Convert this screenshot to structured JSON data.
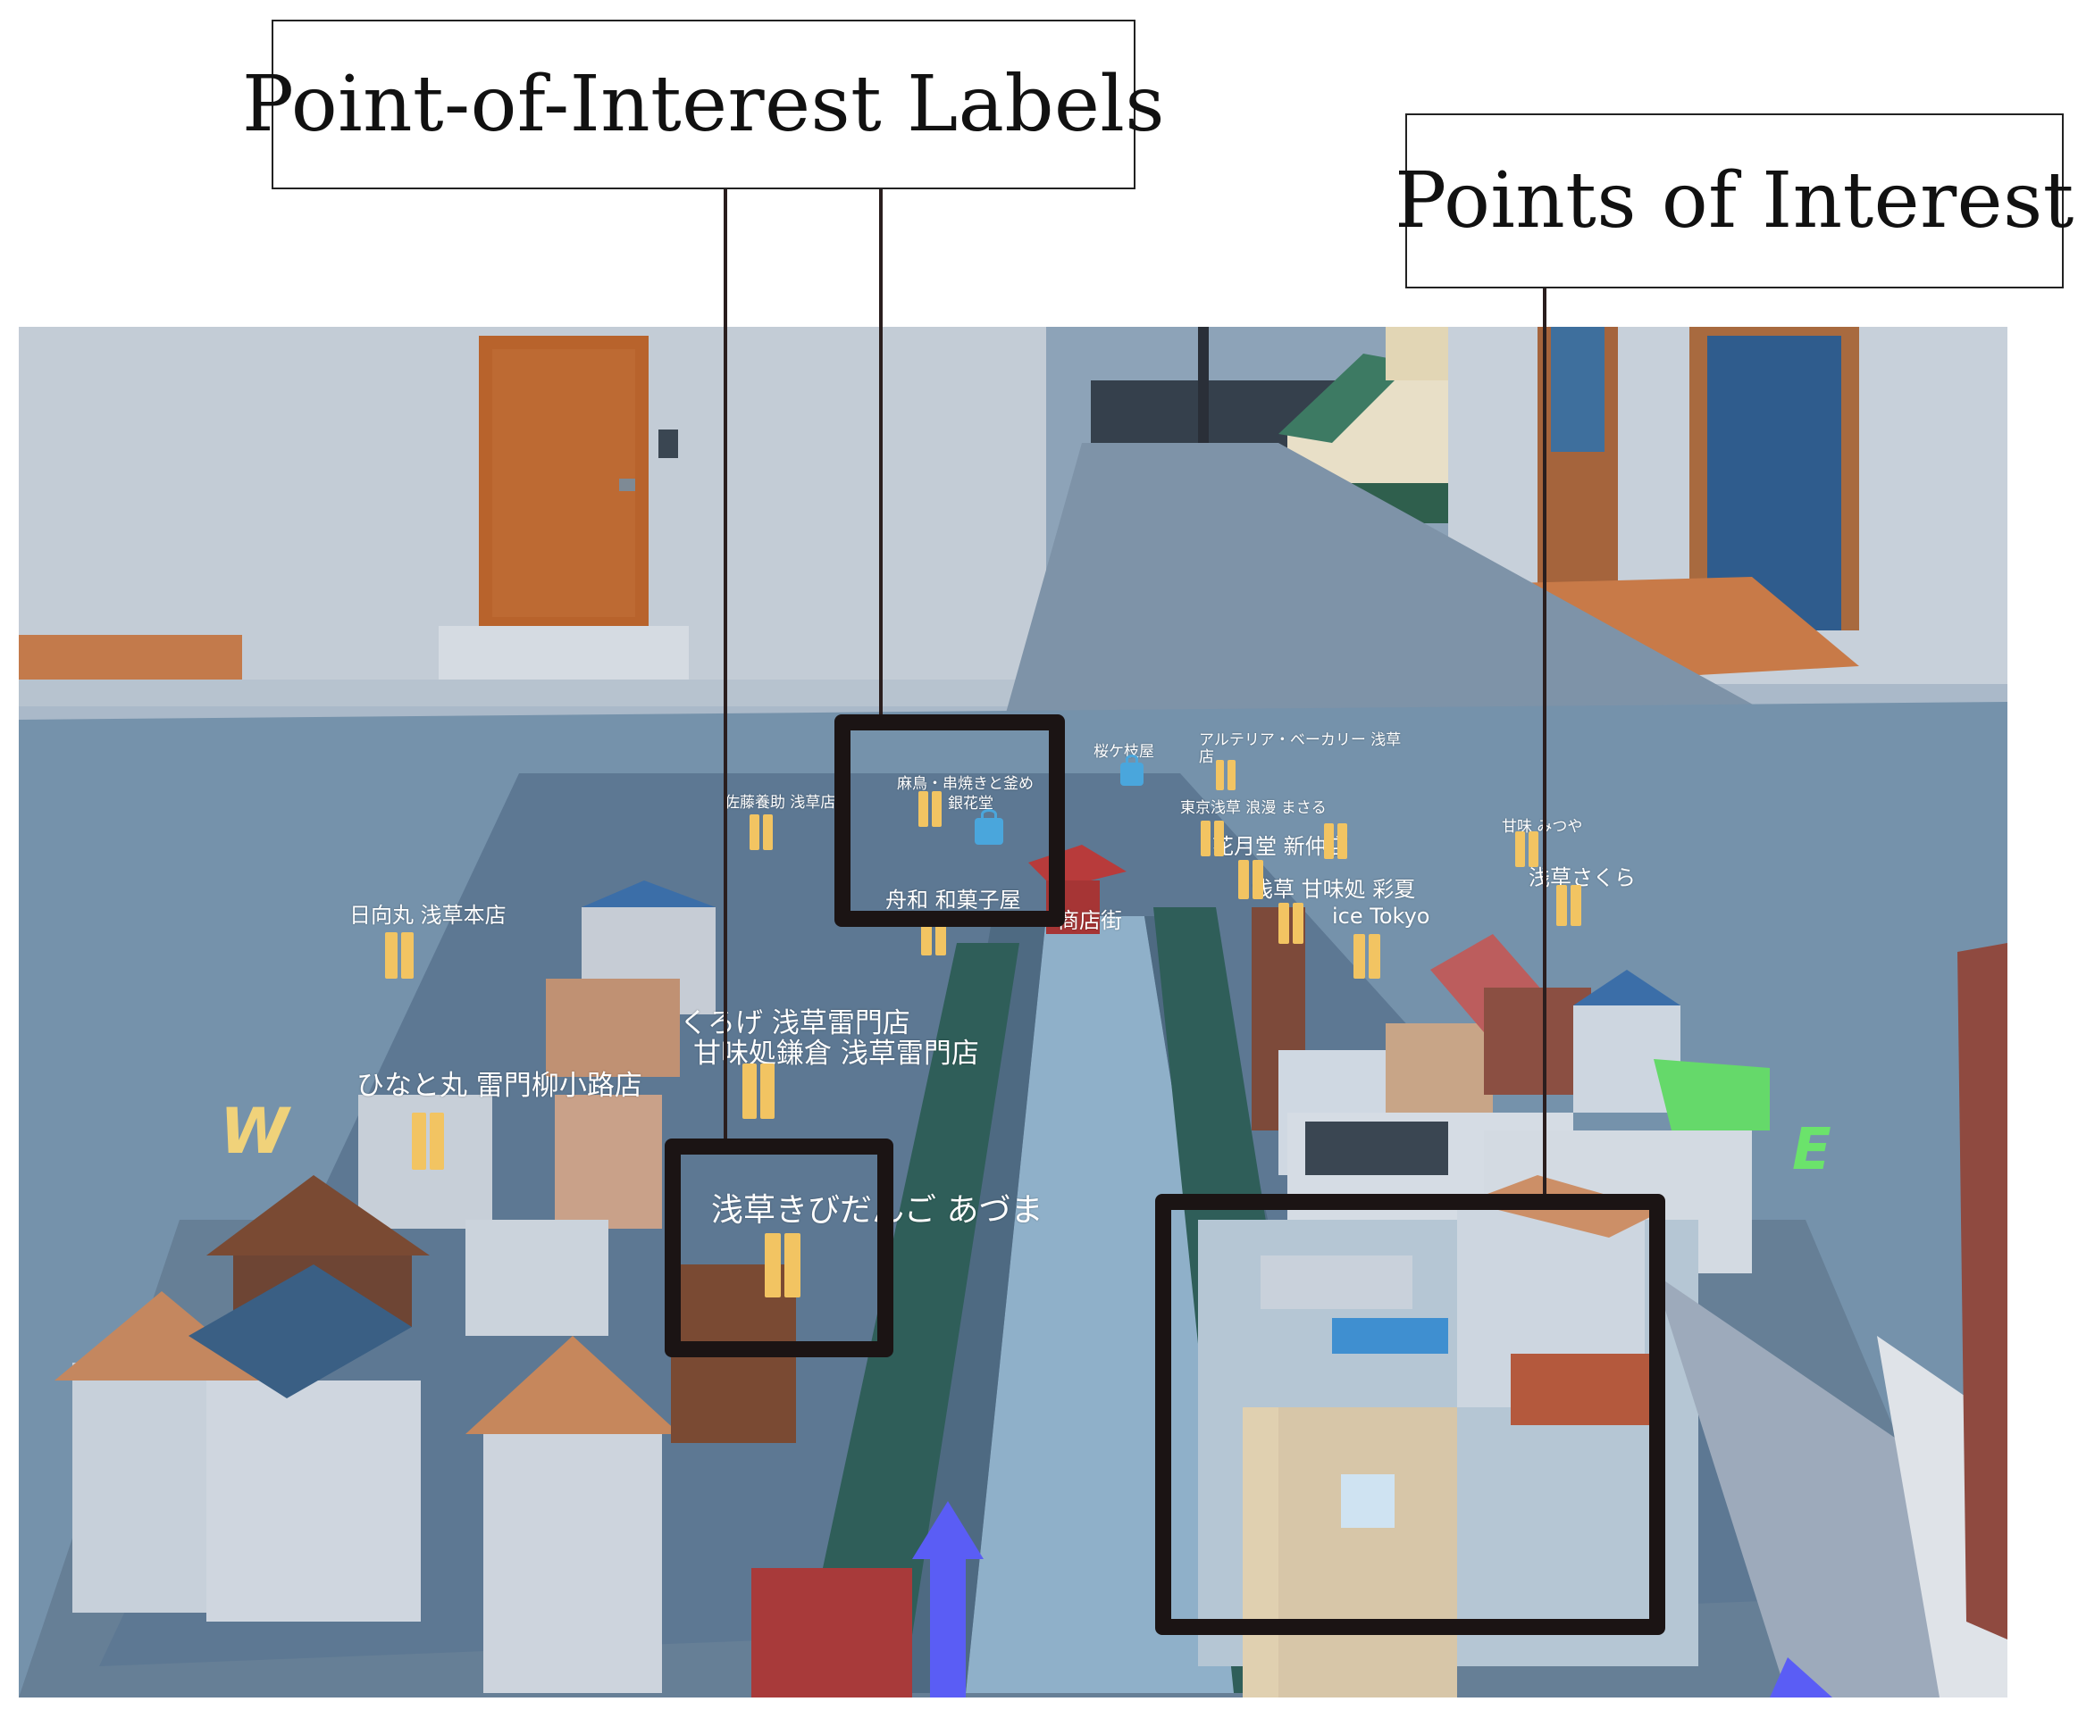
{
  "callouts": {
    "poi_labels": "Point-of-Interest Labels",
    "poi": "Points of Interest"
  },
  "colors": {
    "highlight": "#1b1414",
    "label_text": "#ffffff",
    "restaurant_icon": "#f2c462",
    "shop_icon": "#4aa6dc",
    "compass_west": "#f0d27a",
    "compass_east": "#6be36b",
    "pointer_arrow": "#5a5df5"
  },
  "scene": {
    "labels": [
      {
        "text": "アルテリア・ベーカリー 浅草",
        "size": "small"
      },
      {
        "text": "店",
        "size": "small"
      },
      {
        "text": "桜ケ枝屋",
        "size": "small"
      },
      {
        "text": "麻鳥・串焼きと釜め",
        "size": "small"
      },
      {
        "text": "銀花堂",
        "size": "small"
      },
      {
        "text": "佐藤養助 浅草店",
        "size": "small"
      },
      {
        "text": "東京浅草 浪漫 まさる",
        "size": "small"
      },
      {
        "text": "甘味 みつや",
        "size": "small"
      },
      {
        "text": "花月堂 新仲店",
        "size": "medium"
      },
      {
        "text": "浅草さくら",
        "size": "medium"
      },
      {
        "text": "浅草 甘味処 彩夏",
        "size": "medium"
      },
      {
        "text": "ice Tokyo",
        "size": "medium"
      },
      {
        "text": "舟和 和菓子屋",
        "size": "medium"
      },
      {
        "text": "商店街",
        "size": "medium"
      },
      {
        "text": "日向丸 浅草本店",
        "size": "medium"
      },
      {
        "text": "くろげ 浅草雷門店",
        "size": "large"
      },
      {
        "text": "甘味処鎌倉 浅草雷門店",
        "size": "large"
      },
      {
        "text": "ひなと丸 雷門柳小路店",
        "size": "large"
      },
      {
        "text": "浅草きびだんご あづま",
        "size": "xl"
      }
    ],
    "compass": {
      "west": "W",
      "east": "E"
    }
  }
}
